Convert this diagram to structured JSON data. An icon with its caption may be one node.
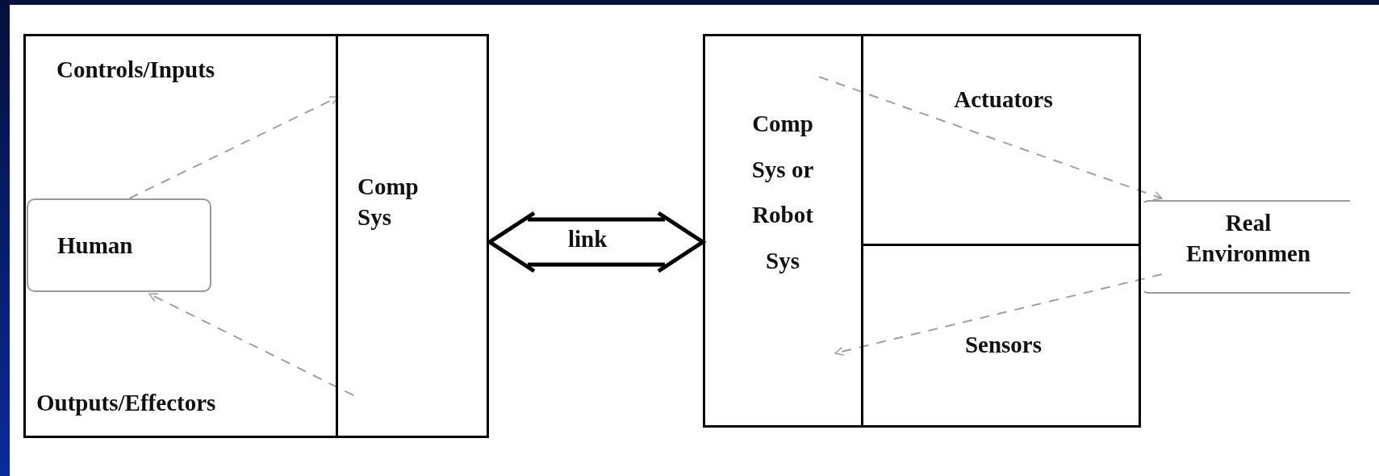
{
  "diagram": {
    "nodes": [
      {
        "text": [],
        "shape": "box"
      },
      {
        "text": [
          "Human"
        ],
        "in": 0
      },
      {
        "text": [
          "Comp Sys"
        ],
        "in": 0
      },
      {
        "text": [],
        "shape": "box"
      },
      {
        "text": [
          "Comp Sys or Robot Sys"
        ],
        "in": 3
      },
      {
        "text": [
          "Actuators"
        ],
        "in": 3
      },
      {
        "text": [
          "Sensors"
        ],
        "in": 3
      },
      {
        "text": [
          "Real Environmen"
        ]
      }
    ],
    "edges": [
      {
        "from": 1,
        "to": 2,
        "arrow": "to",
        "style": "dashed",
        "color": "#a0a0a0"
      },
      {
        "from": 2,
        "to": 1,
        "arrow": "to",
        "style": "dashed",
        "color": "#a0a0a0"
      },
      {
        "from": 2,
        "to": 4,
        "arrow": "both",
        "label": "link",
        "style": "thick",
        "color": "#000000"
      },
      {
        "from": 4,
        "to": 7,
        "arrow": "to",
        "style": "dashed",
        "color": "#a0a0a0"
      },
      {
        "from": 7,
        "to": 4,
        "arrow": "to",
        "style": "dashed",
        "color": "#a0a0a0"
      }
    ],
    "labels": [
      "Controls/Inputs",
      "Outputs/Effectors"
    ]
  }
}
